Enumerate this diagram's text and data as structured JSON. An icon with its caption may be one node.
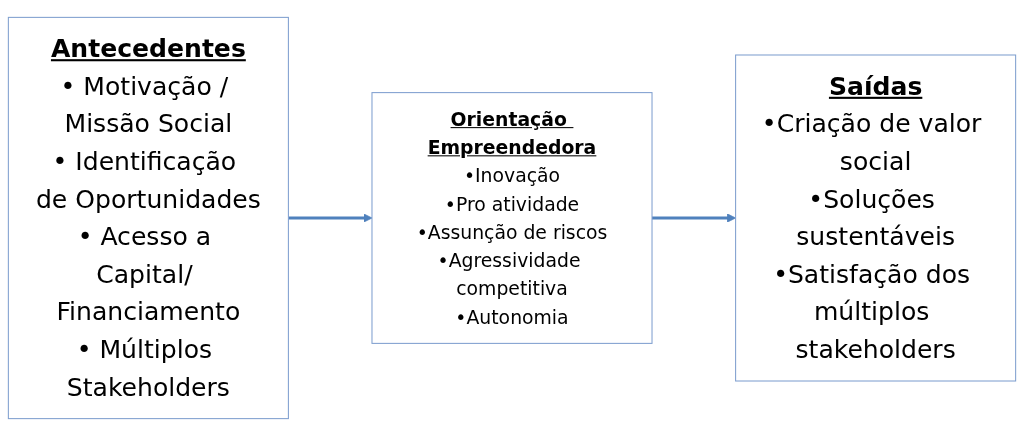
{
  "diagram": {
    "nodes": [
      {
        "text": [
          "Antecedentes",
          "• Motivação / Missão Social",
          "• Identificação de Oportunidades",
          "• Acesso a Capital/ Financiamento",
          "• Múltiplos Stakeholders"
        ]
      },
      {
        "text": [
          "Orientação Empreendedora",
          "•Inovação",
          "•Pro atividade",
          "•Assunção de riscos",
          "•Agressividade competitiva",
          "•Autonomia"
        ]
      },
      {
        "text": [
          "Saídas",
          "•Criação de valor social",
          "•Soluções sustentáveis",
          "•Satisfação dos múltiplos stakeholders"
        ]
      }
    ],
    "edges": [
      {
        "from": 0,
        "to": 1,
        "arrow": "to"
      },
      {
        "from": 1,
        "to": 2,
        "arrow": "to"
      }
    ]
  }
}
